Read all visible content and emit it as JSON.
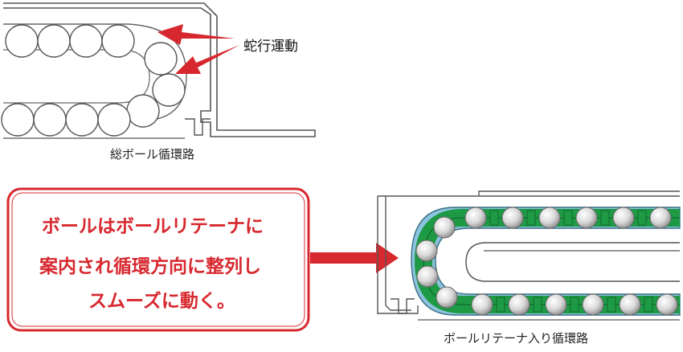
{
  "top_diagram": {
    "caption": "総ボール循環路",
    "annotation": "蛇行運動"
  },
  "callout": {
    "lines": [
      "ボールはボールリテーナに",
      "案内され循環方向に整列し",
      "スムーズに動く。"
    ]
  },
  "bottom_diagram": {
    "caption": "ボールリテーナ入り循環路"
  },
  "colors": {
    "accent_red": "#d7282f",
    "retainer_green": "#1e9a45",
    "channel_blue": "#8cc4dd",
    "line_gray": "#555555"
  }
}
